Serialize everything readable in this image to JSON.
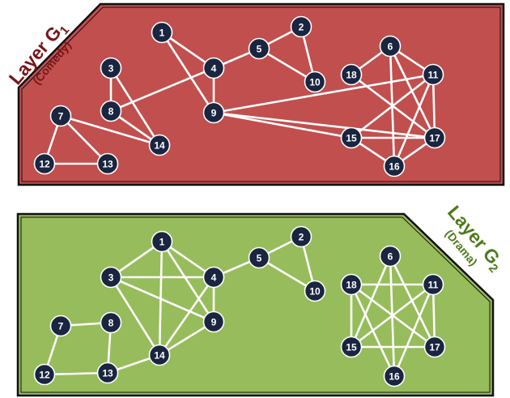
{
  "colors": {
    "comedy_fill": "#c14f4e",
    "drama_fill": "#97bc5b",
    "panel_border": "#111111",
    "edge": "#ffffff",
    "node": "#1a2540",
    "comedy_label": "#7a1518",
    "drama_label": "#4e7a1c"
  },
  "layers": [
    {
      "id": "g1",
      "title": "Layer G",
      "subscript": "1",
      "subtitle": "(Comedy)",
      "node_ids": [
        "1",
        "2",
        "3",
        "4",
        "5",
        "6",
        "7",
        "8",
        "9",
        "10",
        "11",
        "12",
        "13",
        "14",
        "15",
        "16",
        "17",
        "18"
      ],
      "edges": [
        [
          "1",
          "4"
        ],
        [
          "1",
          "9"
        ],
        [
          "4",
          "9"
        ],
        [
          "4",
          "5"
        ],
        [
          "5",
          "2"
        ],
        [
          "2",
          "10"
        ],
        [
          "5",
          "10"
        ],
        [
          "3",
          "8"
        ],
        [
          "3",
          "14"
        ],
        [
          "8",
          "14"
        ],
        [
          "8",
          "4"
        ],
        [
          "7",
          "12"
        ],
        [
          "7",
          "13"
        ],
        [
          "12",
          "13"
        ],
        [
          "7",
          "14"
        ],
        [
          "9",
          "11"
        ],
        [
          "9",
          "15"
        ],
        [
          "9",
          "17"
        ],
        [
          "6",
          "18"
        ],
        [
          "6",
          "11"
        ],
        [
          "6",
          "16"
        ],
        [
          "6",
          "17"
        ],
        [
          "18",
          "17"
        ],
        [
          "11",
          "15"
        ],
        [
          "11",
          "16"
        ],
        [
          "11",
          "17"
        ],
        [
          "15",
          "16"
        ],
        [
          "15",
          "17"
        ],
        [
          "16",
          "17"
        ]
      ]
    },
    {
      "id": "g2",
      "title": "Layer G",
      "subscript": "2",
      "subtitle": "(Drama)",
      "node_ids": [
        "1",
        "2",
        "3",
        "4",
        "5",
        "6",
        "7",
        "8",
        "9",
        "10",
        "11",
        "12",
        "13",
        "14",
        "15",
        "16",
        "17",
        "18"
      ],
      "edges": [
        [
          "1",
          "3"
        ],
        [
          "1",
          "4"
        ],
        [
          "1",
          "9"
        ],
        [
          "1",
          "14"
        ],
        [
          "3",
          "4"
        ],
        [
          "3",
          "9"
        ],
        [
          "3",
          "14"
        ],
        [
          "4",
          "9"
        ],
        [
          "4",
          "14"
        ],
        [
          "9",
          "14"
        ],
        [
          "4",
          "5"
        ],
        [
          "5",
          "2"
        ],
        [
          "2",
          "10"
        ],
        [
          "5",
          "10"
        ],
        [
          "7",
          "8"
        ],
        [
          "7",
          "12"
        ],
        [
          "8",
          "13"
        ],
        [
          "12",
          "13"
        ],
        [
          "13",
          "14"
        ],
        [
          "6",
          "15"
        ],
        [
          "6",
          "16"
        ],
        [
          "6",
          "17"
        ],
        [
          "18",
          "11"
        ],
        [
          "18",
          "15"
        ],
        [
          "18",
          "16"
        ],
        [
          "18",
          "17"
        ],
        [
          "11",
          "15"
        ],
        [
          "11",
          "16"
        ],
        [
          "11",
          "17"
        ],
        [
          "15",
          "17"
        ]
      ]
    }
  ]
}
